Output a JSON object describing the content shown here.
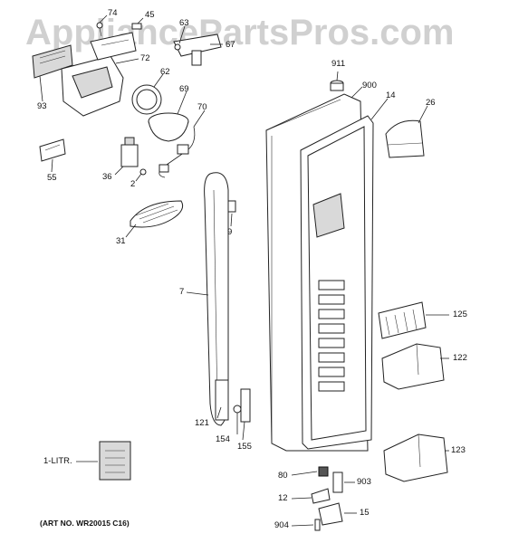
{
  "watermark": "AppliancePartsPros.com",
  "art_number": "(ART NO. WR20015 C16)",
  "labels": {
    "p74": "74",
    "p45": "45",
    "p63": "63",
    "p67": "67",
    "p72": "72",
    "p62": "62",
    "p93": "93",
    "p69": "69",
    "p70": "70",
    "p911": "911",
    "p900": "900",
    "p14": "14",
    "p26": "26",
    "p55": "55",
    "p36": "36",
    "p2": "2",
    "p31": "31",
    "p9": "9",
    "p7": "7",
    "p125": "125",
    "p122": "122",
    "p121": "121",
    "p154": "154",
    "p155": "155",
    "p123": "123",
    "p1litr": "1-LITR.",
    "p80": "80",
    "p903": "903",
    "p12": "12",
    "p904": "904",
    "p15": "15"
  }
}
